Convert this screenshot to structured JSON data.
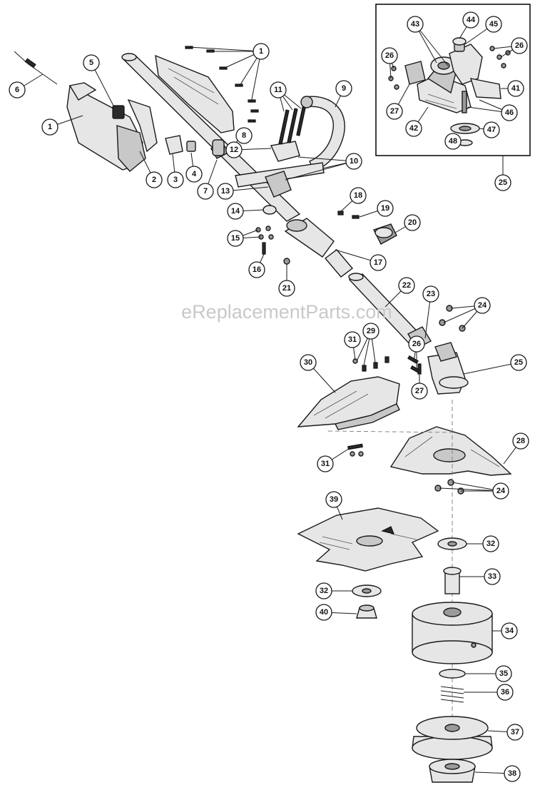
{
  "watermark": "eReplacementParts.com",
  "callouts": [
    {
      "label": "1"
    },
    {
      "label": "1"
    },
    {
      "label": "2"
    },
    {
      "label": "3"
    },
    {
      "label": "4"
    },
    {
      "label": "5"
    },
    {
      "label": "6"
    },
    {
      "label": "7"
    },
    {
      "label": "8"
    },
    {
      "label": "9"
    },
    {
      "label": "10"
    },
    {
      "label": "11"
    },
    {
      "label": "12"
    },
    {
      "label": "13"
    },
    {
      "label": "14"
    },
    {
      "label": "15"
    },
    {
      "label": "16"
    },
    {
      "label": "17"
    },
    {
      "label": "18"
    },
    {
      "label": "19"
    },
    {
      "label": "20"
    },
    {
      "label": "21"
    },
    {
      "label": "22"
    },
    {
      "label": "23"
    },
    {
      "label": "24"
    },
    {
      "label": "24"
    },
    {
      "label": "25"
    },
    {
      "label": "25"
    },
    {
      "label": "26"
    },
    {
      "label": "26"
    },
    {
      "label": "26"
    },
    {
      "label": "27"
    },
    {
      "label": "27"
    },
    {
      "label": "28"
    },
    {
      "label": "29"
    },
    {
      "label": "30"
    },
    {
      "label": "31"
    },
    {
      "label": "31"
    },
    {
      "label": "32"
    },
    {
      "label": "32"
    },
    {
      "label": "33"
    },
    {
      "label": "34"
    },
    {
      "label": "35"
    },
    {
      "label": "36"
    },
    {
      "label": "37"
    },
    {
      "label": "38"
    },
    {
      "label": "39"
    },
    {
      "label": "40"
    },
    {
      "label": "41"
    },
    {
      "label": "42"
    },
    {
      "label": "43"
    },
    {
      "label": "44"
    },
    {
      "label": "45"
    },
    {
      "label": "46"
    },
    {
      "label": "47"
    },
    {
      "label": "48"
    }
  ]
}
